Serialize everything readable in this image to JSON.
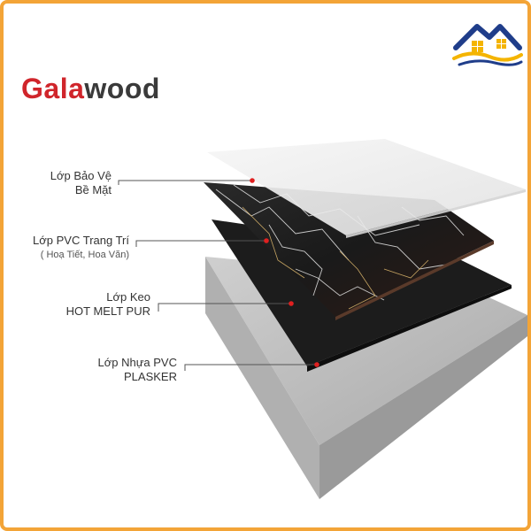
{
  "brand": {
    "name_part1": "Gala",
    "name_part2": "wood",
    "color_red": "#d0252b",
    "color_gray": "#3a3a3a"
  },
  "logo": {
    "icon": "house-roof-wave-icon",
    "color_blue": "#1f3d8a",
    "color_yellow": "#f4b400"
  },
  "layers": [
    {
      "line1": "Lớp Bảo Vệ",
      "line2": "Bề Mặt",
      "sub": ""
    },
    {
      "line1": "Lớp PVC Trang Trí",
      "line2": "",
      "sub": "( Hoạ Tiết, Hoa Văn)"
    },
    {
      "line1": "Lớp Keo",
      "line2": "HOT MELT PUR",
      "sub": ""
    },
    {
      "line1": "Lớp Nhựa PVC",
      "line2": "PLASKER",
      "sub": ""
    }
  ],
  "colors": {
    "frame": "#f3a437",
    "marker": "#e02020",
    "adhesive": "#1c1c1c",
    "core": "#b7b7b7"
  }
}
